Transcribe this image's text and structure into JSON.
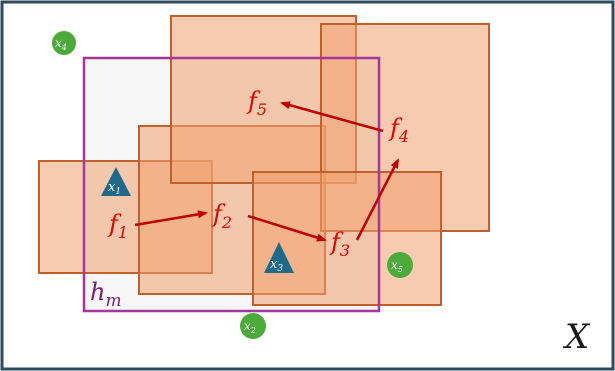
{
  "space_label": "X",
  "hypothesis_label": {
    "base": "h",
    "sub": "m"
  },
  "features": [
    {
      "id": "f1",
      "base": "f",
      "sub": "1"
    },
    {
      "id": "f2",
      "base": "f",
      "sub": "2"
    },
    {
      "id": "f3",
      "base": "f",
      "sub": "3"
    },
    {
      "id": "f4",
      "base": "f",
      "sub": "4"
    },
    {
      "id": "f5",
      "base": "f",
      "sub": "5"
    }
  ],
  "points": [
    {
      "id": "x1",
      "base": "x",
      "sub": "1",
      "shape": "triangle"
    },
    {
      "id": "x2",
      "base": "x",
      "sub": "2",
      "shape": "circle"
    },
    {
      "id": "x3",
      "base": "x",
      "sub": "3",
      "shape": "triangle"
    },
    {
      "id": "x4",
      "base": "x",
      "sub": "4",
      "shape": "circle"
    },
    {
      "id": "x5",
      "base": "x",
      "sub": "5",
      "shape": "circle"
    }
  ],
  "colors": {
    "frame": "#2f4a5c",
    "box_fill": "#f0a070",
    "box_stroke": "#c0602a",
    "hypothesis": "#a4379a",
    "arrow": "#c00000",
    "feature_text": "#e00000",
    "circle_badge": "#4caa3a",
    "triangle_badge": "#1f6a8a"
  }
}
